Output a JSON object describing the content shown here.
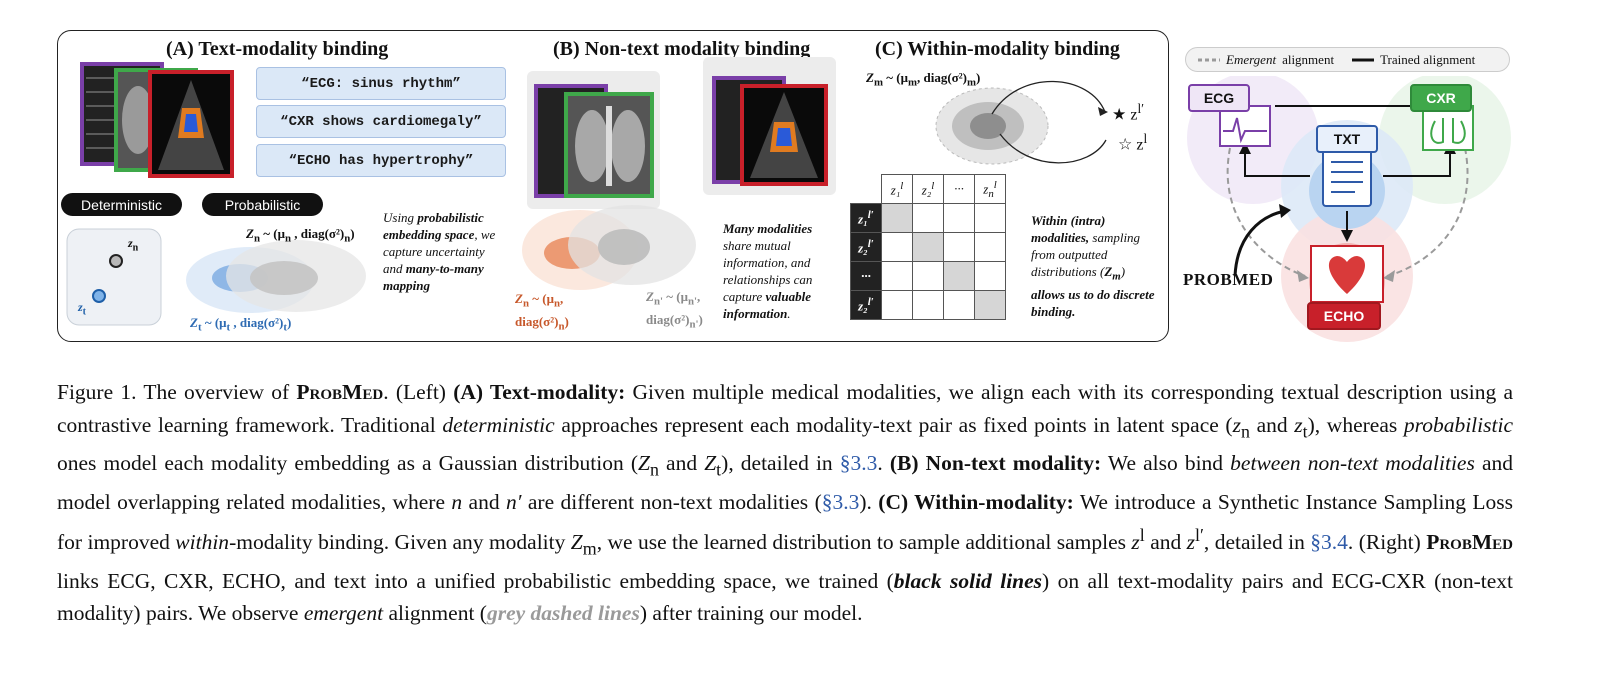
{
  "panel_a": {
    "title": "(A) Text-modality binding",
    "quotes": [
      "“ECG: sinus rhythm”",
      "“CXR shows cardiomegaly”",
      "“ECHO has hypertrophy”"
    ],
    "pill_det": "Deterministic",
    "pill_prob": "Probabilistic",
    "zn_label": "z",
    "zn_sub": "n",
    "zt_label": "z",
    "zt_sub": "t",
    "Zn_eq": "Z",
    "Zn_sub": "n",
    "Zn_rest": " ~ (μ",
    "Zn_rest2": " , diag(σ²)",
    "Zt_eq": "Z",
    "Zt_sub": "t",
    "Zt_rest": " ~ (μ",
    "Zt_rest2": " , diag(σ²)",
    "note_l1": "Using ",
    "note_b1": "probabilistic embedding space",
    "note_l2": ", we capture uncertainty and ",
    "note_b2": "many-to-many mapping"
  },
  "panel_b": {
    "title": "(B) Non-text modality binding",
    "Zn_l1": "Z",
    "Zn_l1b": " ~ (μ",
    "Zn_l1c": ",",
    "Zn_l2": "diag(σ²)",
    "Znp_l1": "Z",
    "Znp_l1b": " ~ (μ",
    "Znp_l1c": ",",
    "Znp_l2": "diag(σ²)",
    "note_b1": "Many modalities",
    "note_l1": " share mutual information, and relationships can capture ",
    "note_b2": "valuable information",
    "note_end": "."
  },
  "panel_c": {
    "title": "(C) Within-modality binding",
    "Zm_a": "Z",
    "Zm_b": " ~ (μ",
    "Zm_c": ", diag(σ²)",
    "sample_filled": "★ z",
    "sample_open": "☆ z",
    "grid_cols": [
      "z₁",
      "z₂",
      "···",
      "z"
    ],
    "grid_rows": [
      "z₁",
      "z₂",
      "···",
      "z₂"
    ],
    "note_b1": "Within (intra) modalities,",
    "note_l1": " sampling from outputted distributions (",
    "note_b2": "Z",
    "note_l2": ") ",
    "note_b3": "allows us to do discrete binding."
  },
  "right": {
    "legend_emergent": "Emergent",
    "legend_alignment": "alignment",
    "legend_trained": "Trained alignment",
    "ecg": "ECG",
    "cxr": "CXR",
    "txt": "TXT",
    "echo": "ECHO",
    "probmed": "PROBMED"
  },
  "caption": {
    "fig": "Figure 1. The overview of ",
    "name": "ProbMed",
    "s1": ". (Left) ",
    "a_label": "(A) Text-modality:",
    "s2": " Given multiple medical modalities, we align each with its corresponding textual description using a contrastive learning framework. Traditional ",
    "deterministic": "deterministic",
    "s3": " approaches represent each modality-text pair as fixed points in latent space (",
    "zn": "z",
    "zn_sub": "n",
    "and1": " and ",
    "zt": "z",
    "zt_sub": "t",
    "s4": "), whereas ",
    "probabilistic": "probabilistic",
    "s5": " ones model each modality embedding as a Gaussian distribution (",
    "Zn": "Z",
    "Zn_sub": "n",
    "and2": " and ",
    "Zt": "Z",
    "Zt_sub": "t",
    "s6": "), detailed in ",
    "ref1": "§3.3",
    "s7": ". ",
    "b_label": "(B) Non-text modality:",
    "s8": " We also bind ",
    "between": "between non-text modalities",
    "s9": " and model overlapping related modalities, where ",
    "n": "n",
    "s10": " and ",
    "nprime": "n′",
    "s11": " are different non-text modalities (",
    "ref2": "§3.3",
    "s12": "). ",
    "c_label": "(C) Within-modality:",
    "s13": " We introduce a Synthetic Instance Sampling Loss for improved ",
    "within": "within",
    "s14": "-modality binding. Given any modality ",
    "Zm": "Z",
    "Zm_sub": "m",
    "s15": ", we use the learned distribution to sample additional samples ",
    "zl": "z",
    "zl_sup": "l",
    "s16": " and ",
    "zlp": "z",
    "zlp_sup": "l′",
    "s17": ", detailed in ",
    "ref3": "§3.4",
    "s18": ". (Right) ",
    "name2": "ProbMed",
    "s19": " links ECG, CXR, ECHO, and text into a unified probabilistic embedding space, we trained (",
    "black": "black solid lines",
    "s20": ") on all text-modality pairs and ECG-CXR (non-text modality) pairs. We observe ",
    "emergent": "emergent",
    "s21": " alignment (",
    "grey": "grey dashed lines",
    "s22": ") after training our model."
  }
}
